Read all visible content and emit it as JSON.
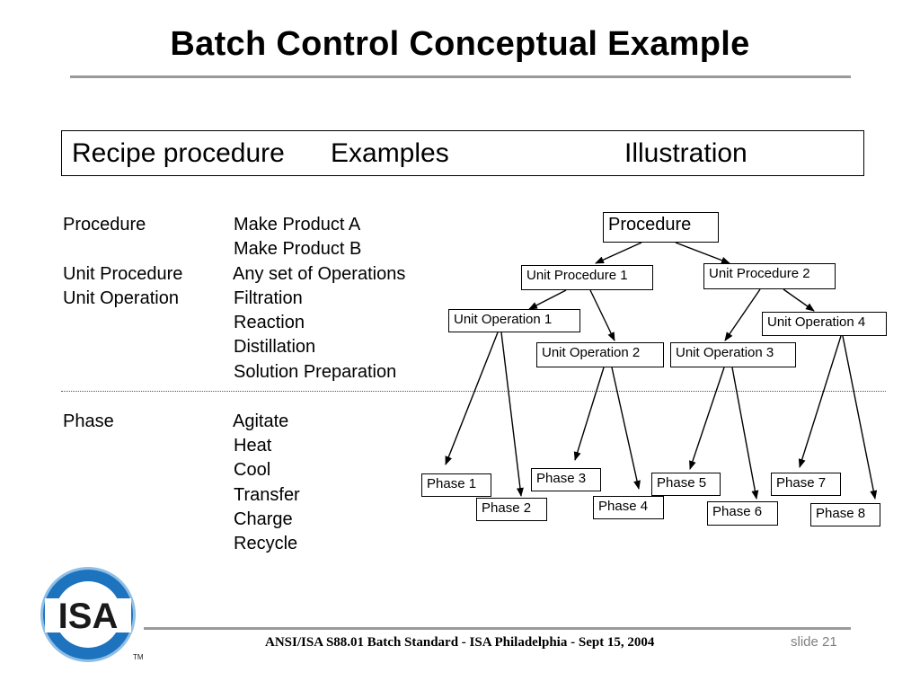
{
  "title": "Batch Control Conceptual Example",
  "header": {
    "col1": "Recipe procedure",
    "col2": "Examples",
    "col3": "Illustration"
  },
  "rows": {
    "procedure": {
      "level": "Procedure",
      "examples": [
        "Make Product A",
        "Make Product B"
      ]
    },
    "unit_procedure": {
      "level": "Unit Procedure",
      "examples": [
        "Any set of Operations"
      ]
    },
    "unit_operation": {
      "level": "Unit Operation",
      "examples": [
        "Filtration",
        "Reaction",
        "Distillation",
        "Solution Preparation"
      ]
    },
    "phase": {
      "level": "Phase",
      "examples": [
        "Agitate",
        "Heat",
        "Cool",
        "Transfer",
        "Charge",
        "Recycle"
      ]
    }
  },
  "tree": {
    "procedure": "Procedure",
    "unit_procedures": [
      "Unit Procedure 1",
      "Unit Procedure 2"
    ],
    "unit_operations": [
      "Unit Operation 1",
      "Unit Operation 2",
      "Unit Operation 3",
      "Unit Operation 4"
    ],
    "phases": [
      "Phase 1",
      "Phase 2",
      "Phase 3",
      "Phase 4",
      "Phase 5",
      "Phase 6",
      "Phase 7",
      "Phase 8"
    ]
  },
  "footer": {
    "text": "ANSI/ISA S88.01 Batch Standard - ISA Philadelphia - Sept 15, 2004",
    "slide": "slide 21"
  },
  "logo": {
    "text": "ISA",
    "mark": "TM"
  },
  "colors": {
    "logo_blue": "#1e73be",
    "logo_light_blue": "#8fbfe6",
    "rule_gray": "#9a9a9a"
  }
}
